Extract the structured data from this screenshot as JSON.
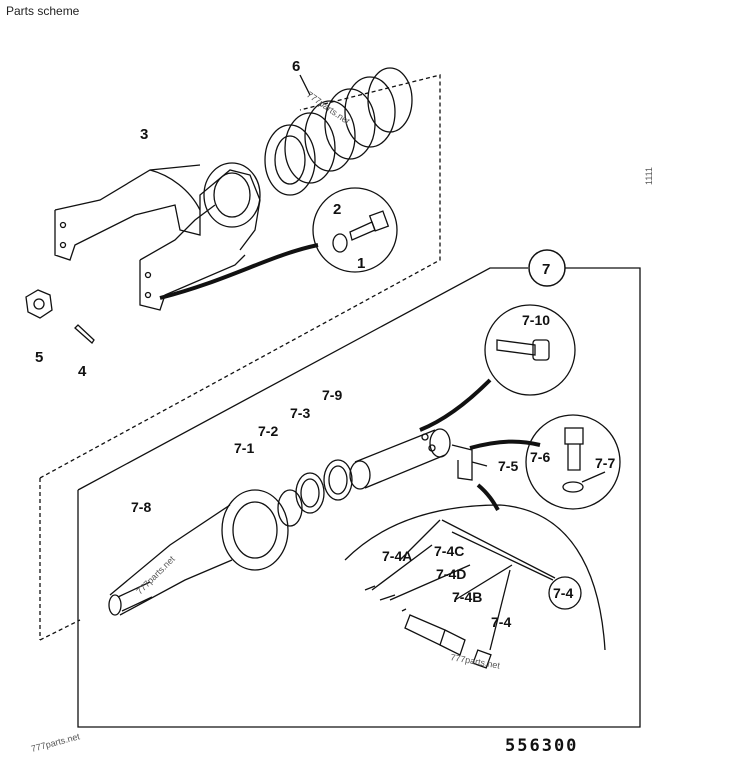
{
  "header": {
    "title": "Parts scheme"
  },
  "diagram": {
    "drawing_number": "556300",
    "side_code": "1111",
    "watermarks": [
      "777parts.net",
      "777parts.net",
      "777parts.net",
      "777parts.net"
    ],
    "labels": {
      "p1": "1",
      "p2": "2",
      "p3": "3",
      "p4": "4",
      "p5": "5",
      "p6": "6",
      "p7": "7",
      "p7_1": "7-1",
      "p7_2": "7-2",
      "p7_3": "7-3",
      "p7_4": "7-4",
      "p7_4_circle": "7-4",
      "p7_4A": "7-4A",
      "p7_4B": "7-4B",
      "p7_4C": "7-4C",
      "p7_4D": "7-4D",
      "p7_5": "7-5",
      "p7_6": "7-6",
      "p7_7": "7-7",
      "p7_8": "7-8",
      "p7_9": "7-9",
      "p7_10": "7-10"
    }
  }
}
